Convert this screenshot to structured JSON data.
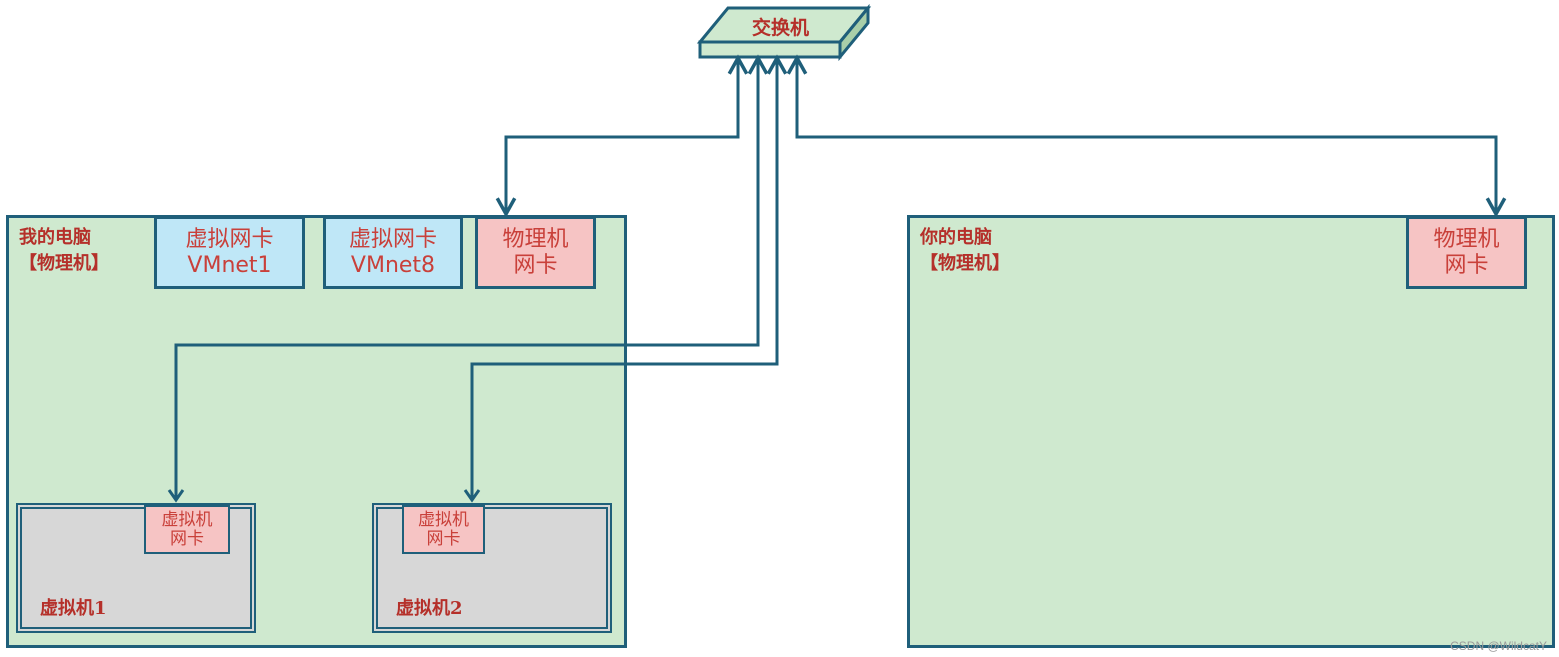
{
  "switch": {
    "label": "交换机"
  },
  "my_computer": {
    "title": "我的电脑",
    "subtitle": "【物理机】",
    "nics": [
      {
        "line1": "虚拟网卡",
        "line2": "VMnet1"
      },
      {
        "line1": "虚拟网卡",
        "line2": "VMnet8"
      },
      {
        "line1": "物理机",
        "line2": "网卡"
      }
    ],
    "vms": [
      {
        "label": "虚拟机1",
        "nic_line1": "虚拟机",
        "nic_line2": "网卡"
      },
      {
        "label": "虚拟机2",
        "nic_line1": "虚拟机",
        "nic_line2": "网卡"
      }
    ]
  },
  "your_computer": {
    "title": "你的电脑",
    "subtitle": "【物理机】",
    "nic": {
      "line1": "物理机",
      "line2": "网卡"
    }
  },
  "watermark": "CSDN @WildcatY",
  "colors": {
    "computer_fill": "#cfe9cf",
    "line": "#1f5f7a",
    "virtual_nic_fill": "#bfe7f7",
    "physical_nic_fill": "#f6c4c4",
    "vm_fill": "#d7d7d7",
    "label_text": "#b5302a"
  }
}
